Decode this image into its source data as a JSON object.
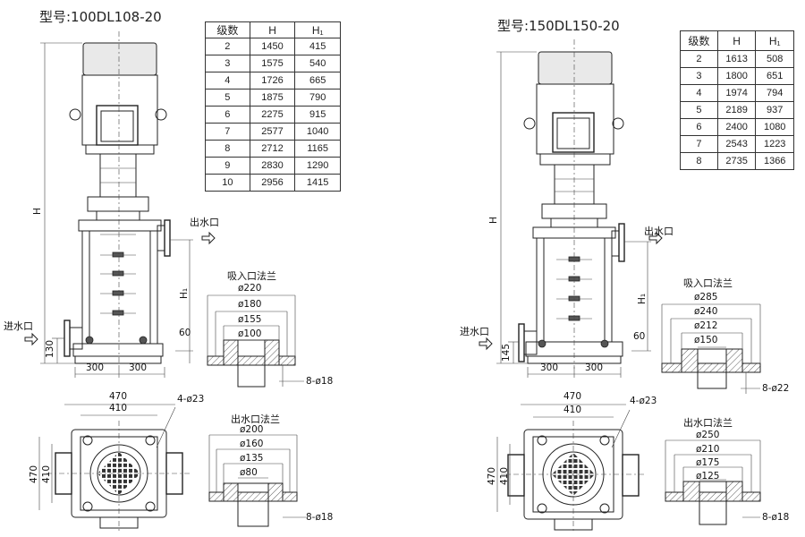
{
  "left": {
    "model_title": "型号:100DL108-20",
    "table_headers": [
      "级数",
      "H",
      "H₁"
    ],
    "table_rows": [
      [
        "2",
        "1450",
        "415"
      ],
      [
        "3",
        "1575",
        "540"
      ],
      [
        "4",
        "1726",
        "665"
      ],
      [
        "5",
        "1875",
        "790"
      ],
      [
        "6",
        "2275",
        "915"
      ],
      [
        "7",
        "2577",
        "1040"
      ],
      [
        "8",
        "2712",
        "1165"
      ],
      [
        "9",
        "2830",
        "1290"
      ],
      [
        "10",
        "2956",
        "1415"
      ]
    ],
    "label_outlet": "出水口",
    "label_inlet": "进水口",
    "label_suction_flange": "吸入口法兰",
    "label_outlet_flange": "出水口法兰",
    "dim_H": "H",
    "dim_H1": "H₁",
    "dim_60": "60",
    "dim_130": "130",
    "dim_300a": "300",
    "dim_300b": "300",
    "dim_470w": "470",
    "dim_410w": "410",
    "dim_470h": "470",
    "dim_410h": "410",
    "dim_holes": "4-ø23",
    "suction_dims": [
      "ø220",
      "ø180",
      "ø155",
      "ø100"
    ],
    "suction_bolts": "8-ø18",
    "outlet_dims": [
      "ø200",
      "ø160",
      "ø135",
      "ø80"
    ],
    "outlet_bolts": "8-ø18"
  },
  "right": {
    "model_title": "型号:150DL150-20",
    "table_headers": [
      "级数",
      "H",
      "H₁"
    ],
    "table_rows": [
      [
        "2",
        "1613",
        "508"
      ],
      [
        "3",
        "1800",
        "651"
      ],
      [
        "4",
        "1974",
        "794"
      ],
      [
        "5",
        "2189",
        "937"
      ],
      [
        "6",
        "2400",
        "1080"
      ],
      [
        "7",
        "2543",
        "1223"
      ],
      [
        "8",
        "2735",
        "1366"
      ]
    ],
    "label_outlet": "出水口",
    "label_inlet": "进水口",
    "label_suction_flange": "吸入口法兰",
    "label_outlet_flange": "出水口法兰",
    "dim_H": "H",
    "dim_H1": "H₁",
    "dim_60": "60",
    "dim_145": "145",
    "dim_300a": "300",
    "dim_300b": "300",
    "dim_470w": "470",
    "dim_410w": "410",
    "dim_470h": "470",
    "dim_410h": "410",
    "dim_holes": "4-ø23",
    "suction_dims": [
      "ø285",
      "ø240",
      "ø212",
      "ø150"
    ],
    "suction_bolts": "8-ø22",
    "outlet_dims": [
      "ø250",
      "ø210",
      "ø175",
      "ø125"
    ],
    "outlet_bolts": "8-ø18"
  }
}
